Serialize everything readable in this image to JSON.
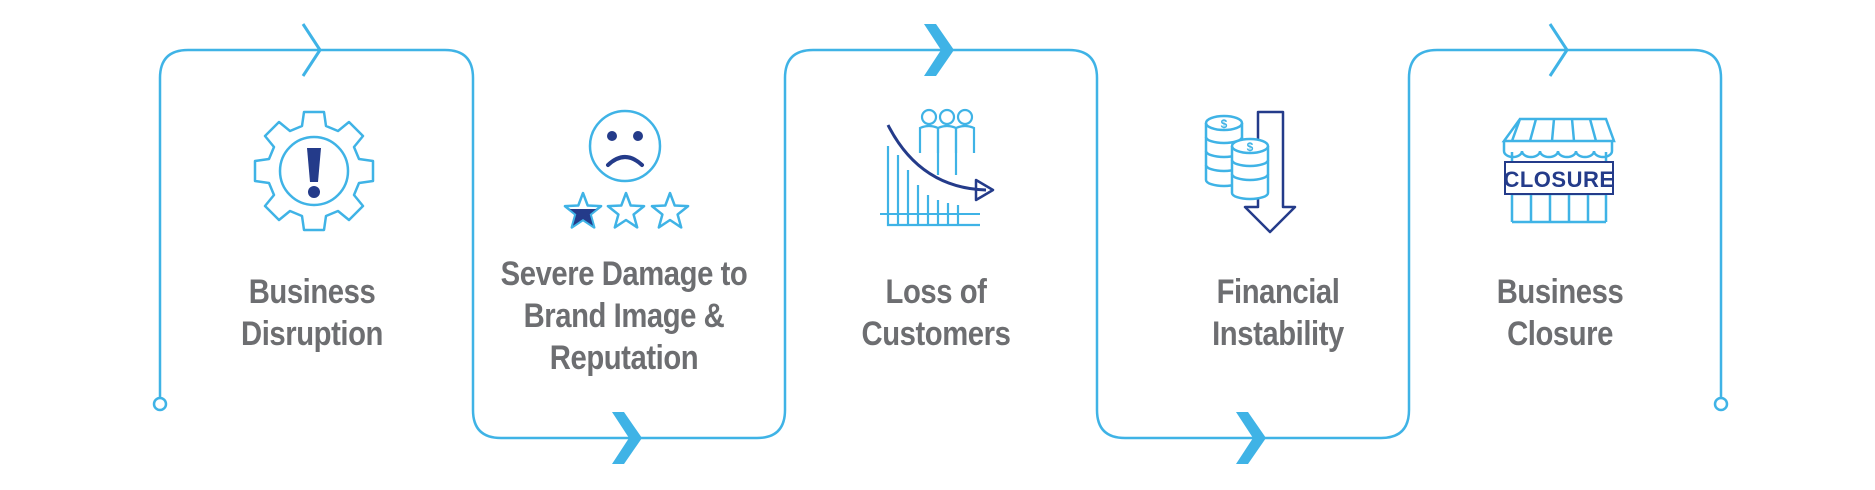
{
  "colors": {
    "line": "#3fb3e6",
    "arrow": "#3fb3e6",
    "icon_light": "#3fb3e6",
    "icon_dark": "#243b8a",
    "text": "#6d6e71"
  },
  "steps": [
    {
      "icon": "gear-exclamation-icon",
      "lines": [
        "Business",
        "Disruption"
      ]
    },
    {
      "icon": "sad-face-one-star-rating-icon",
      "lines": [
        "Severe Damage to",
        "Brand Image &",
        "Reputation"
      ]
    },
    {
      "icon": "customers-decline-chart-icon",
      "lines": [
        "Loss of",
        "Customers"
      ]
    },
    {
      "icon": "coins-down-arrow-icon",
      "lines": [
        "Financial",
        "Instability"
      ]
    },
    {
      "icon": "shop-closure-icon",
      "lines": [
        "Business",
        "Closure"
      ]
    }
  ],
  "closure_sign": "CLOSURE"
}
